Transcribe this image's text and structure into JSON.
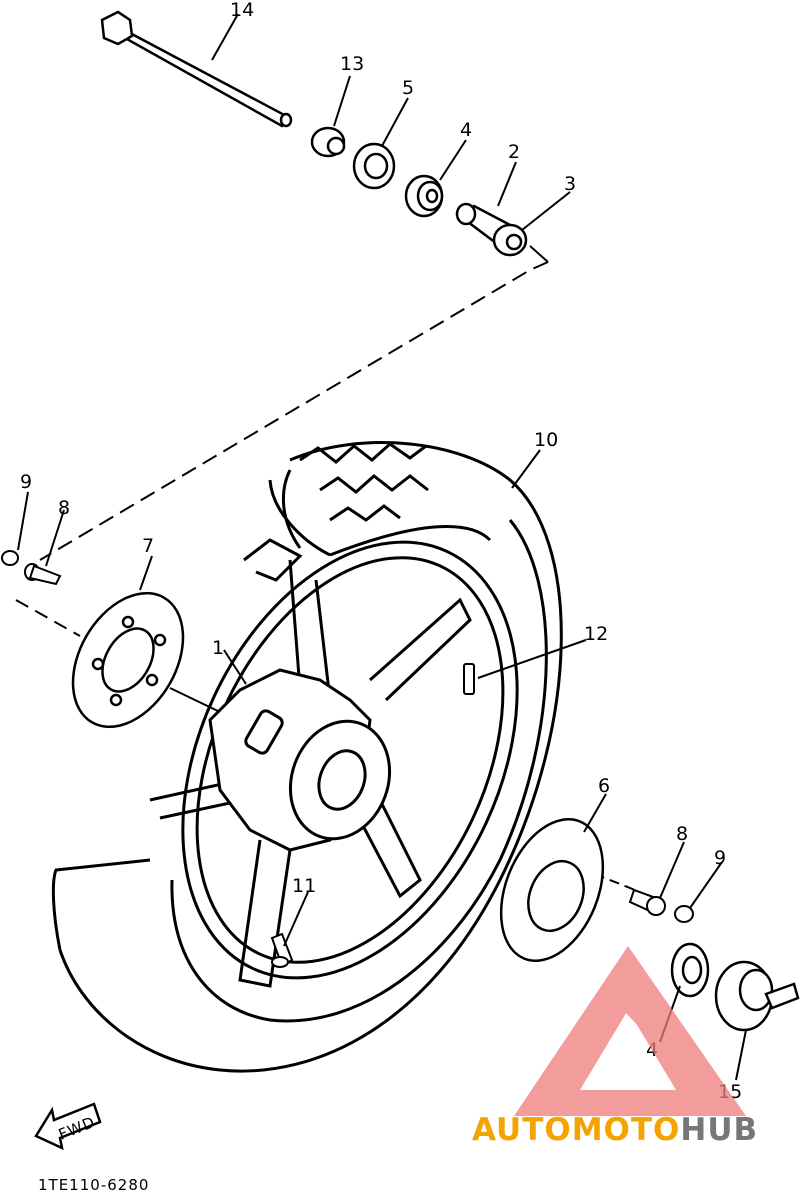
{
  "labels": {
    "p1": "1",
    "p2": "2",
    "p3": "3",
    "p4a": "4",
    "p4b": "4",
    "p5": "5",
    "p6": "6",
    "p7": "7",
    "p8a": "8",
    "p8b": "8",
    "p9a": "9",
    "p9b": "9",
    "p10": "10",
    "p11": "11",
    "p12": "12",
    "p13": "13",
    "p14": "14",
    "p15": "15"
  },
  "fwd_arrow": "FWD",
  "diagram_code": "1TE110-6280",
  "watermark": {
    "part1": "AUTOMOTO",
    "part2": "HUB",
    "colors": {
      "part1": "#f4a300",
      "part2": "#777777",
      "logo": "#f07c7c"
    }
  }
}
